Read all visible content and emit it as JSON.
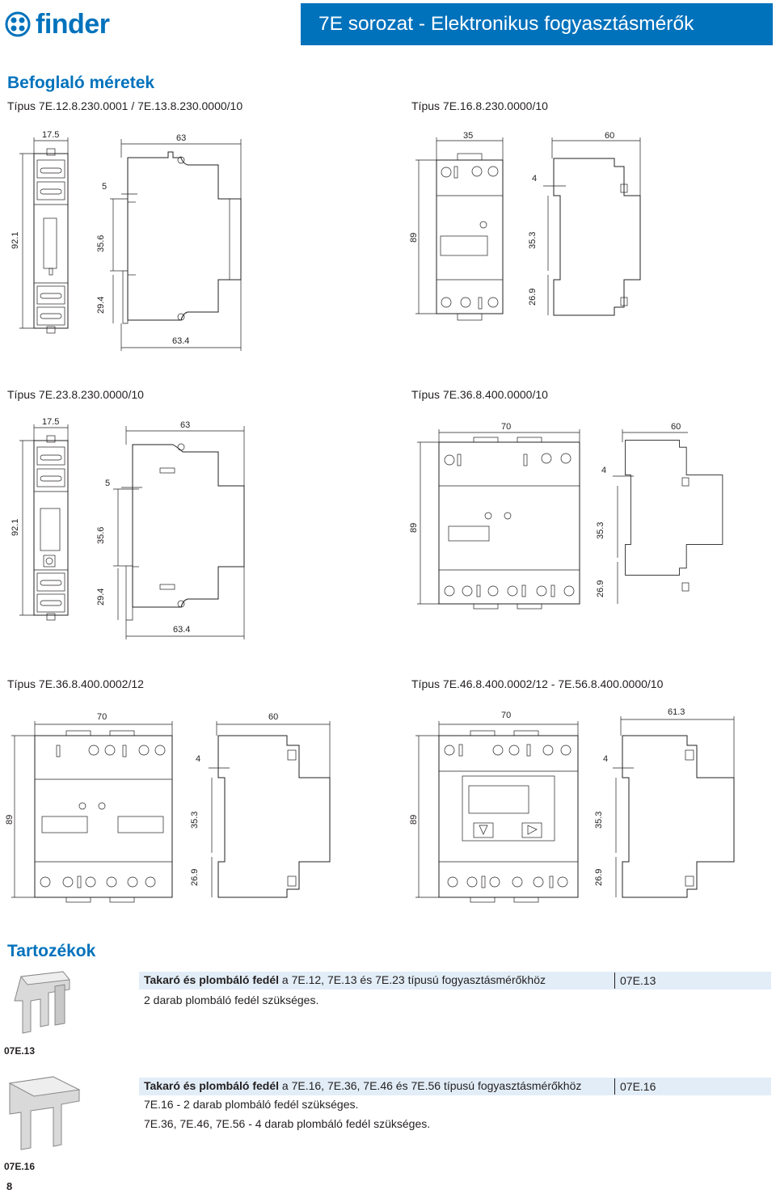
{
  "header": {
    "brand": "finder",
    "title": "7E sorozat - Elektronikus fogyasztásmérők"
  },
  "dimensions": {
    "heading": "Befoglaló méretek",
    "drawings": [
      {
        "type_label": "Típus 7E.12.8.230.0001 / 7E.13.8.230.0000/10",
        "dims": {
          "front_width": "17.5",
          "side_depth": "63",
          "top_step": "5",
          "height": "92.1",
          "upper": "35.6",
          "lower": "29.4",
          "bottom_depth": "63.4"
        }
      },
      {
        "type_label": "Típus 7E.16.8.230.0000/10",
        "dims": {
          "front_width": "35",
          "side_depth": "60",
          "offset": "4",
          "height": "89",
          "upper": "35.3",
          "lower": "26.9"
        }
      },
      {
        "type_label": "Típus 7E.23.8.230.0000/10",
        "dims": {
          "front_width": "17.5",
          "side_depth": "63",
          "top_step": "5",
          "height": "92.1",
          "upper": "35.6",
          "lower": "29.4",
          "bottom_depth": "63.4"
        }
      },
      {
        "type_label": "Típus 7E.36.8.400.0000/10",
        "dims": {
          "front_width": "70",
          "side_depth": "60",
          "offset": "4",
          "height": "89",
          "upper": "35.3",
          "lower": "26.9"
        }
      },
      {
        "type_label": "Típus 7E.36.8.400.0002/12",
        "dims": {
          "front_width": "70",
          "side_depth": "60",
          "offset": "4",
          "height": "89",
          "upper": "35.3",
          "lower": "26.9"
        }
      },
      {
        "type_label": "Típus 7E.46.8.400.0002/12 - 7E.56.8.400.0000/10",
        "dims": {
          "front_width": "70",
          "side_depth": "61.3",
          "offset": "4",
          "height": "89",
          "upper": "35.3",
          "lower": "26.9"
        }
      }
    ]
  },
  "accessories": {
    "heading": "Tartozékok",
    "items": [
      {
        "title_bold": "Takaró és plombáló fedél",
        "title_rest": " a 7E.12, 7E.13 és 7E.23 típusú fogyasztásmérőkhöz",
        "code": "07E.13",
        "notes": [
          "2 darab plombáló fedél szükséges."
        ],
        "image_label": "07E.13"
      },
      {
        "title_bold": "Takaró és plombáló fedél",
        "title_rest": " a 7E.16, 7E.36, 7E.46 és 7E.56 típusú fogyasztásmérőkhöz",
        "code": "07E.16",
        "notes": [
          "7E.16 - 2 darab plombáló fedél szükséges.",
          "7E.36, 7E.46, 7E.56 - 4 darab plombáló fedél szükséges."
        ],
        "image_label": "07E.16"
      }
    ]
  },
  "footer": {
    "page_number": "8"
  },
  "colors": {
    "brand_blue": "#0072bc",
    "row_highlight": "#e2edf7"
  }
}
